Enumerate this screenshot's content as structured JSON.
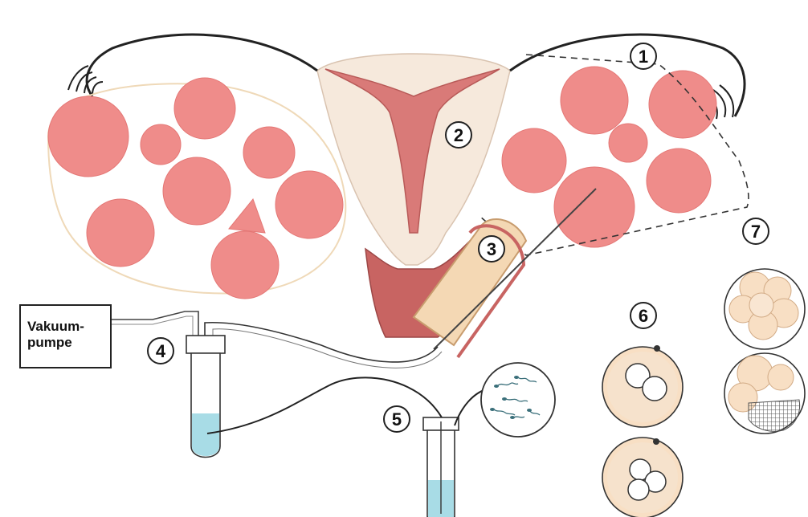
{
  "labels": {
    "pump_line1": "Vakuum-",
    "pump_line2": "pumpe",
    "n1": "1",
    "n2": "2",
    "n3": "3",
    "n4": "4",
    "n5": "5",
    "n6": "6",
    "n7": "7"
  },
  "colors": {
    "follicle": "#ef8c8a",
    "follicle_edge": "#e47775",
    "uterus_muscle": "#f6e7d6",
    "uterine_cavity": "#d97a78",
    "cervix": "#c86462",
    "speculum": "#f4d8b4",
    "liquid": "#a8dce6",
    "egg_cytoplasm": "#f8dfc4"
  },
  "icons": {
    "sperm": "sperm-icon",
    "grid": "cell-grid-icon"
  }
}
